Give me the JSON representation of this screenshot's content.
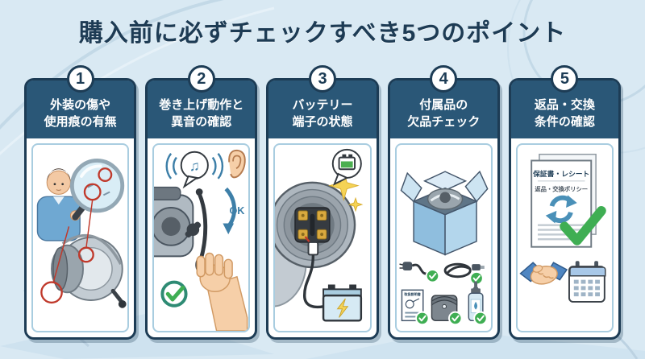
{
  "title": "購入前に必ずチェックすべき5つのポイント",
  "cards": [
    {
      "number": "1",
      "heading_line1": "外装の傷や",
      "heading_line2": "使用痕の有無"
    },
    {
      "number": "2",
      "heading_line1": "巻き上げ動作と",
      "heading_line2": "異音の確認",
      "ok_label": "OK"
    },
    {
      "number": "3",
      "heading_line1": "バッテリー",
      "heading_line2": "端子の状態"
    },
    {
      "number": "4",
      "heading_line1": "付属品の",
      "heading_line2": "欠品チェック",
      "manual_label": "取扱説明書"
    },
    {
      "number": "5",
      "heading_line1": "返品・交換",
      "heading_line2": "条件の確認",
      "doc_title": "保証書・レシート",
      "doc_subtitle": "返品・交換ポリシー"
    }
  ],
  "icons": {
    "music_note": "♫"
  },
  "colors": {
    "background": "#d9e9f3",
    "navy": "#1d3c55",
    "header_fill": "#2a5777",
    "accent_blue": "#3d7fa8",
    "check_green": "#3fae53",
    "alert_red": "#c0392b",
    "sparkle_yellow": "#f5d356",
    "gold": "#d9a93e"
  }
}
